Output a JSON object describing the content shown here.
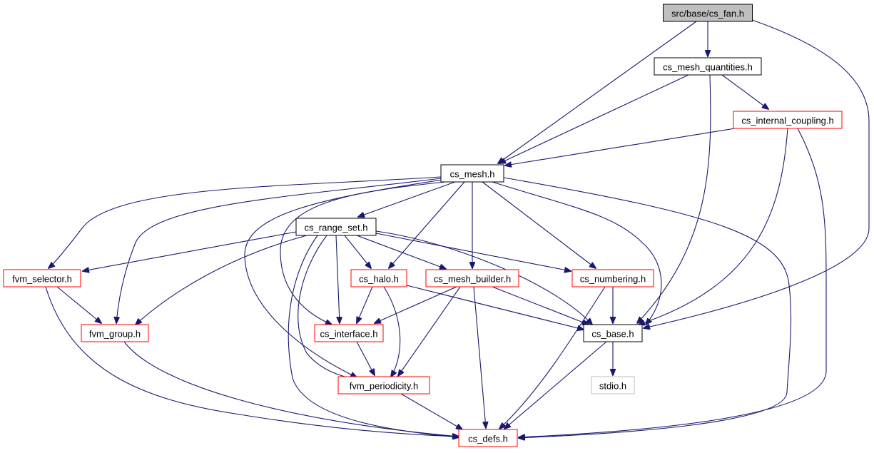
{
  "graph": {
    "colors": {
      "edge": "#191970",
      "border_current": "#000000",
      "fill_current": "#bfbfbf",
      "border_documented": "#000000",
      "border_has_children": "#ff0000",
      "border_external": "#bfbfbf",
      "fill_default": "#ffffff"
    },
    "nodes": [
      {
        "id": "cs_fan_h",
        "label": "src/base/cs_fan.h",
        "style": "current"
      },
      {
        "id": "cs_mesh_quantities_h",
        "label": "cs_mesh_quantities.h",
        "style": "documented"
      },
      {
        "id": "cs_internal_coupling_h",
        "label": "cs_internal_coupling.h",
        "style": "has_children"
      },
      {
        "id": "cs_mesh_h",
        "label": "cs_mesh.h",
        "style": "documented"
      },
      {
        "id": "cs_range_set_h",
        "label": "cs_range_set.h",
        "style": "documented"
      },
      {
        "id": "fvm_selector_h",
        "label": "fvm_selector.h",
        "style": "has_children"
      },
      {
        "id": "cs_halo_h",
        "label": "cs_halo.h",
        "style": "has_children"
      },
      {
        "id": "cs_mesh_builder_h",
        "label": "cs_mesh_builder.h",
        "style": "has_children"
      },
      {
        "id": "cs_numbering_h",
        "label": "cs_numbering.h",
        "style": "has_children"
      },
      {
        "id": "fvm_group_h",
        "label": "fvm_group.h",
        "style": "has_children"
      },
      {
        "id": "cs_interface_h",
        "label": "cs_interface.h",
        "style": "has_children"
      },
      {
        "id": "cs_base_h",
        "label": "cs_base.h",
        "style": "documented"
      },
      {
        "id": "fvm_periodicity_h",
        "label": "fvm_periodicity.h",
        "style": "has_children"
      },
      {
        "id": "stdio_h",
        "label": "stdio.h",
        "style": "external"
      },
      {
        "id": "cs_defs_h",
        "label": "cs_defs.h",
        "style": "has_children"
      }
    ],
    "edges": [
      {
        "from": "cs_fan_h",
        "to": "cs_mesh_quantities_h"
      },
      {
        "from": "cs_fan_h",
        "to": "cs_mesh_h"
      },
      {
        "from": "cs_fan_h",
        "to": "cs_base_h"
      },
      {
        "from": "cs_mesh_quantities_h",
        "to": "cs_mesh_h"
      },
      {
        "from": "cs_mesh_quantities_h",
        "to": "cs_internal_coupling_h"
      },
      {
        "from": "cs_mesh_quantities_h",
        "to": "cs_base_h"
      },
      {
        "from": "cs_internal_coupling_h",
        "to": "cs_mesh_h"
      },
      {
        "from": "cs_internal_coupling_h",
        "to": "cs_base_h"
      },
      {
        "from": "cs_internal_coupling_h",
        "to": "cs_defs_h"
      },
      {
        "from": "cs_mesh_h",
        "to": "cs_range_set_h"
      },
      {
        "from": "cs_mesh_h",
        "to": "fvm_selector_h"
      },
      {
        "from": "cs_mesh_h",
        "to": "fvm_group_h"
      },
      {
        "from": "cs_mesh_h",
        "to": "cs_interface_h"
      },
      {
        "from": "cs_mesh_h",
        "to": "fvm_periodicity_h"
      },
      {
        "from": "cs_mesh_h",
        "to": "cs_halo_h"
      },
      {
        "from": "cs_mesh_h",
        "to": "cs_mesh_builder_h"
      },
      {
        "from": "cs_mesh_h",
        "to": "cs_numbering_h"
      },
      {
        "from": "cs_mesh_h",
        "to": "cs_base_h"
      },
      {
        "from": "cs_mesh_h",
        "to": "cs_defs_h"
      },
      {
        "from": "cs_range_set_h",
        "to": "fvm_selector_h"
      },
      {
        "from": "cs_range_set_h",
        "to": "fvm_group_h"
      },
      {
        "from": "cs_range_set_h",
        "to": "cs_halo_h"
      },
      {
        "from": "cs_range_set_h",
        "to": "cs_mesh_builder_h"
      },
      {
        "from": "cs_range_set_h",
        "to": "cs_numbering_h"
      },
      {
        "from": "cs_range_set_h",
        "to": "cs_interface_h"
      },
      {
        "from": "cs_range_set_h",
        "to": "fvm_periodicity_h"
      },
      {
        "from": "cs_range_set_h",
        "to": "cs_base_h"
      },
      {
        "from": "cs_range_set_h",
        "to": "cs_defs_h"
      },
      {
        "from": "fvm_selector_h",
        "to": "fvm_group_h"
      },
      {
        "from": "fvm_selector_h",
        "to": "cs_defs_h"
      },
      {
        "from": "fvm_group_h",
        "to": "cs_defs_h"
      },
      {
        "from": "cs_halo_h",
        "to": "cs_interface_h"
      },
      {
        "from": "cs_halo_h",
        "to": "fvm_periodicity_h"
      },
      {
        "from": "cs_halo_h",
        "to": "cs_base_h"
      },
      {
        "from": "cs_mesh_builder_h",
        "to": "cs_interface_h"
      },
      {
        "from": "cs_mesh_builder_h",
        "to": "fvm_periodicity_h"
      },
      {
        "from": "cs_mesh_builder_h",
        "to": "cs_base_h"
      },
      {
        "from": "cs_mesh_builder_h",
        "to": "cs_defs_h"
      },
      {
        "from": "cs_numbering_h",
        "to": "cs_base_h"
      },
      {
        "from": "cs_numbering_h",
        "to": "cs_defs_h"
      },
      {
        "from": "cs_interface_h",
        "to": "fvm_periodicity_h"
      },
      {
        "from": "fvm_periodicity_h",
        "to": "cs_defs_h"
      },
      {
        "from": "cs_base_h",
        "to": "stdio_h"
      },
      {
        "from": "cs_base_h",
        "to": "cs_defs_h"
      }
    ]
  }
}
